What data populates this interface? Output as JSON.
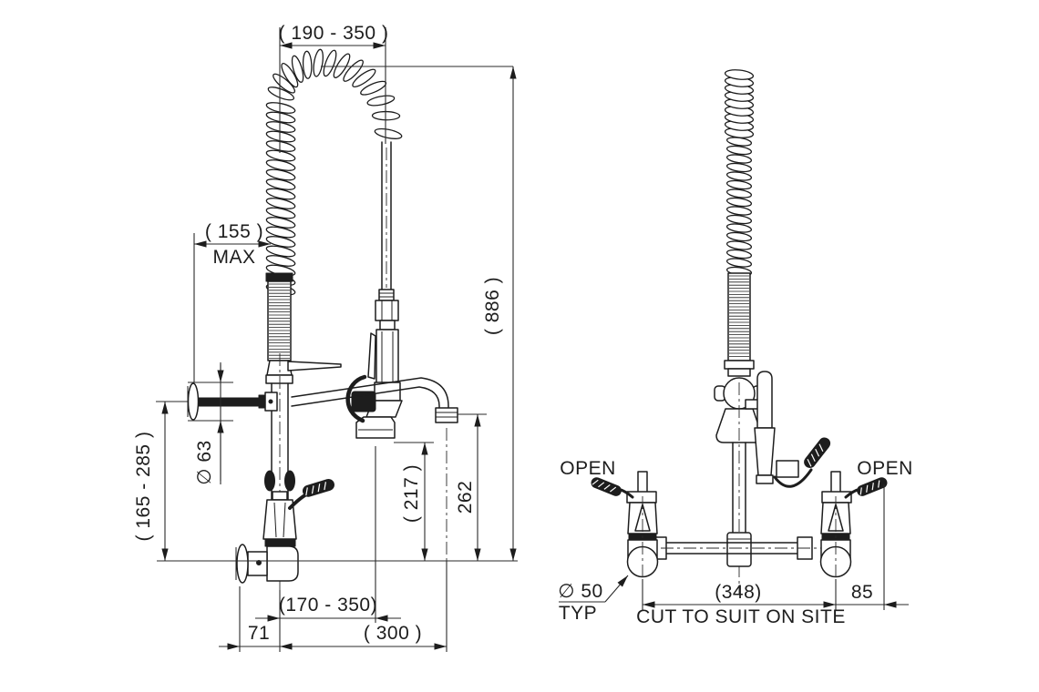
{
  "drawing": {
    "type": "technical-dimension-drawing",
    "subject": "pre-rinse tap unit, side view and front view",
    "line_color": "#1d1d1d",
    "background": "#ffffff"
  },
  "side_view": {
    "dims": {
      "hose_arch_reach": "( 190 - 350 )",
      "wall_clearance": "( 155 )",
      "wall_clearance_note": "MAX",
      "overall_height": "( 886 )",
      "flange_diameter": "∅ 63",
      "bracket_height_range": "( 165 - 285 )",
      "spray_head_height": "( 217 )",
      "spout_outlet_height": "262",
      "spray_head_reach": "(170 - 350)",
      "wall_offset": "71",
      "spout_reach": "( 300 )"
    }
  },
  "front_view": {
    "labels": {
      "open_left": "OPEN",
      "open_right": "OPEN",
      "elbow_diameter": "∅ 50",
      "elbow_diameter_note": "TYP",
      "inlet_centres": "(348)",
      "inlet_centres_note": "CUT TO SUIT ON SITE",
      "handle_offset": "85"
    }
  }
}
